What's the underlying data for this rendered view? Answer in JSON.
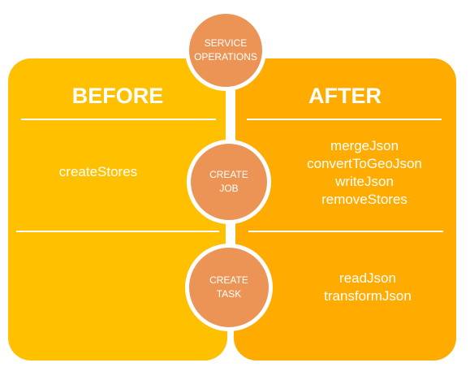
{
  "colors": {
    "before_panel": "#ffc000",
    "after_panel": "#ffab00",
    "circle_fill": "#ec9456",
    "text": "#ffffff"
  },
  "before": {
    "heading": "BEFORE",
    "job_items": [
      "createStores"
    ],
    "task_items": []
  },
  "after": {
    "heading": "AFTER",
    "job_items": [
      "mergeJson",
      "convertToGeoJson",
      "writeJson",
      "removeStores"
    ],
    "task_items": [
      "readJson",
      "transformJson"
    ]
  },
  "circles": {
    "service_operations": [
      "SERVICE",
      "OPERATIONS"
    ],
    "create_job": [
      "CREATE",
      "JOB"
    ],
    "create_task": [
      "CREATE",
      "TASK"
    ]
  }
}
